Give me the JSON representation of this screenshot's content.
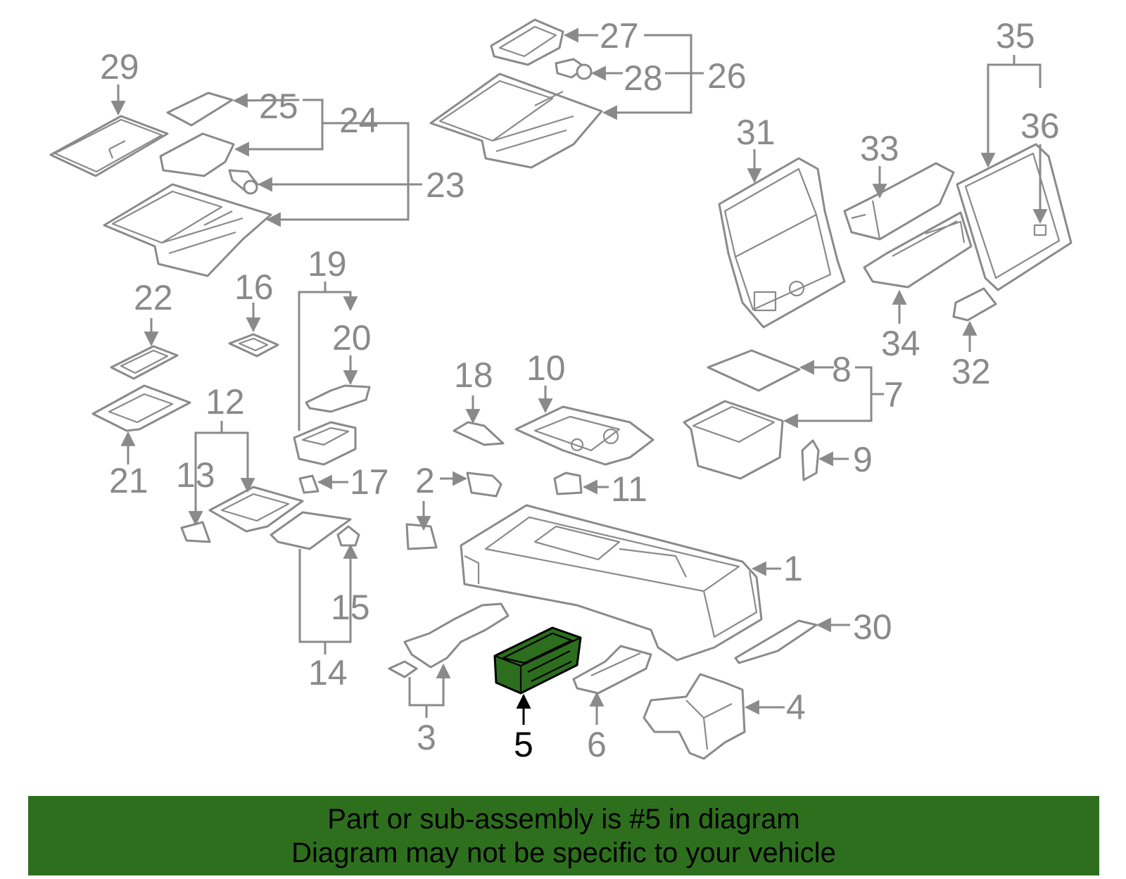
{
  "diagram": {
    "highlight_color": "#2e6f1e",
    "line_color": "#8a8a8a",
    "highlighted_part": "5",
    "labels": {
      "p1": "1",
      "p2": "2",
      "p3": "3",
      "p4": "4",
      "p5": "5",
      "p6": "6",
      "p7": "7",
      "p8": "8",
      "p9": "9",
      "p10": "10",
      "p11": "11",
      "p12": "12",
      "p13": "13",
      "p14": "14",
      "p15": "15",
      "p16": "16",
      "p17": "17",
      "p18": "18",
      "p19": "19",
      "p20": "20",
      "p21": "21",
      "p22": "22",
      "p23": "23",
      "p24": "24",
      "p25": "25",
      "p26": "26",
      "p27": "27",
      "p28": "28",
      "p29": "29",
      "p30": "30",
      "p31": "31",
      "p32": "32",
      "p33": "33",
      "p34": "34",
      "p35": "35",
      "p36": "36"
    }
  },
  "banner": {
    "line1": "Part or sub-assembly is #5 in diagram",
    "line2": "Diagram may not be specific to your vehicle"
  }
}
